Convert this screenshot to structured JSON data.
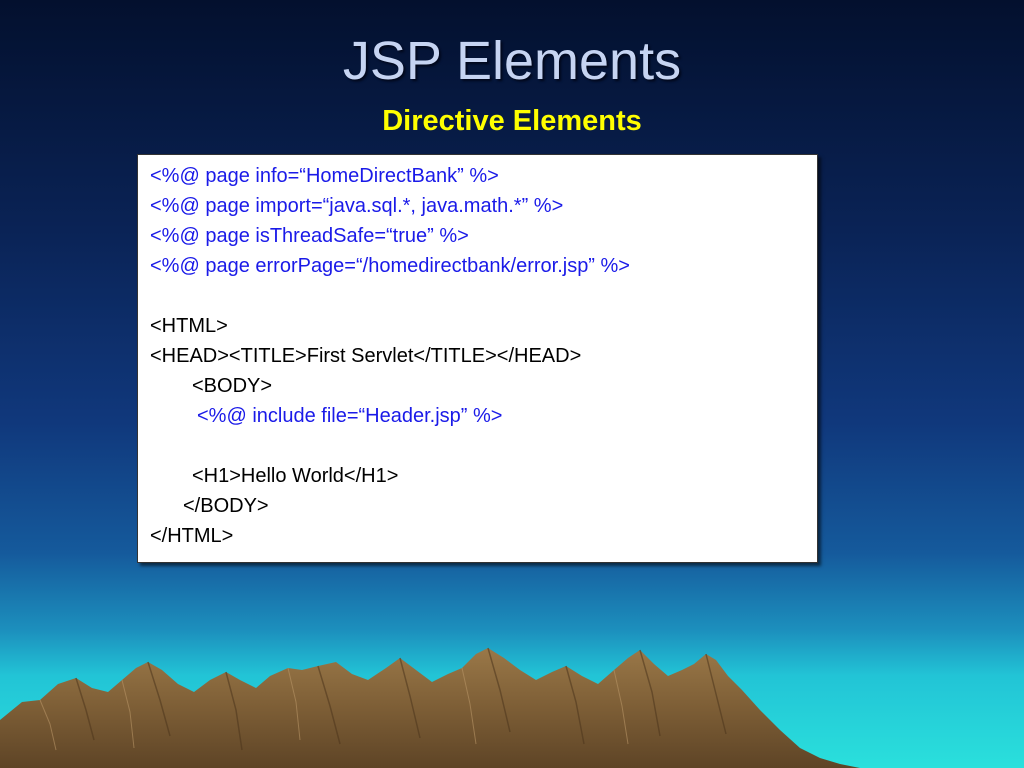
{
  "slide": {
    "title": "JSP Elements",
    "subtitle": "Directive Elements"
  },
  "code": {
    "lines": [
      {
        "text": "<%@ page info=“HomeDirectBank” %>",
        "style": "directive"
      },
      {
        "text": "<%@ page import=“java.sql.*, java.math.*” %>",
        "style": "directive"
      },
      {
        "text": "<%@ page isThreadSafe=“true” %>",
        "style": "directive"
      },
      {
        "text": "<%@ page errorPage=“/homedirectbank/error.jsp” %>",
        "style": "directive"
      },
      {
        "text": "",
        "style": "plain"
      },
      {
        "text": "<HTML>",
        "style": "plain"
      },
      {
        "text": "<HEAD><TITLE>First Servlet</TITLE></HEAD>",
        "style": "plain"
      },
      {
        "text": "<BODY>",
        "style": "plain"
      },
      {
        "text": "<%@ include file=“Header.jsp” %>",
        "style": "directive"
      },
      {
        "text": "",
        "style": "plain"
      },
      {
        "text": "<H1>Hello World</H1>",
        "style": "plain"
      },
      {
        "text": "</BODY>",
        "style": "plain"
      },
      {
        "text": "</HTML>",
        "style": "plain"
      }
    ]
  },
  "colors": {
    "title": "#c6d4f2",
    "subtitle": "#ffff00",
    "directive_text": "#1a1ae8",
    "plain_text": "#000000",
    "mountain": "#7d5e36",
    "sea": "#2ae0dc"
  }
}
